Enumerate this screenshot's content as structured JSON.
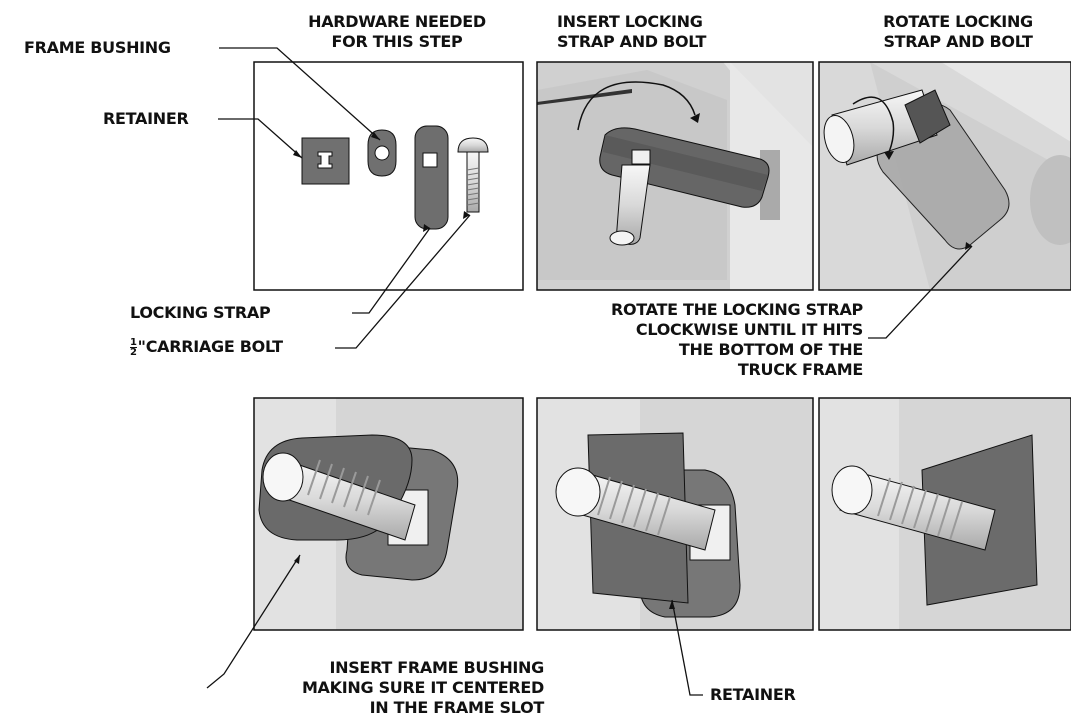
{
  "header": {
    "hardware_title_line1": "HARDWARE NEEDED",
    "hardware_title_line2": "FOR THIS STEP",
    "insert_title_line1": "INSERT LOCKING",
    "insert_title_line2": "STRAP AND BOLT",
    "rotate_title_line1": "ROTATE LOCKING",
    "rotate_title_line2": "STRAP AND BOLT"
  },
  "callouts": {
    "frame_bushing": "FRAME BUSHING",
    "retainer_top": "RETAINER",
    "locking_strap": "LOCKING STRAP",
    "carriage_bolt_fraction_num": "1",
    "carriage_bolt_fraction_den": "2",
    "carriage_bolt_text": "\"CARRIAGE BOLT",
    "rotate_note_line1": "ROTATE THE LOCKING STRAP",
    "rotate_note_line2": "CLOCKWISE UNTIL IT HITS",
    "rotate_note_line3": "THE BOTTOM OF THE",
    "rotate_note_line4": "TRUCK FRAME",
    "insert_bushing_line1": "INSERT FRAME BUSHING",
    "insert_bushing_line2": "MAKING SURE IT CENTERED",
    "insert_bushing_line3": "IN THE FRAME SLOT",
    "retainer_bottom": "RETAINER"
  },
  "colors": {
    "panel_border": "#111111",
    "part_fill": "#6e6e6e",
    "frame_light": "#dcdcdc",
    "frame_mid": "#c4c4c4",
    "bolt": "#e8e8e8"
  }
}
